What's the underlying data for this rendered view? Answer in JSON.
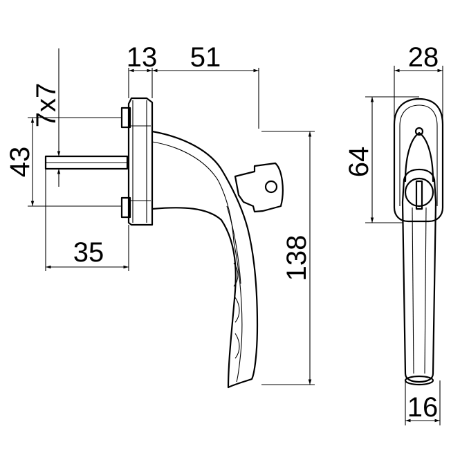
{
  "drawing": {
    "dimensions": {
      "spindle": "7x7",
      "rose_thickness": "13",
      "offset": "51",
      "width": "28",
      "hole_spacing": "43",
      "key_height": "64",
      "spindle_length": "35",
      "handle_length": "138",
      "grip_width": "16"
    }
  }
}
